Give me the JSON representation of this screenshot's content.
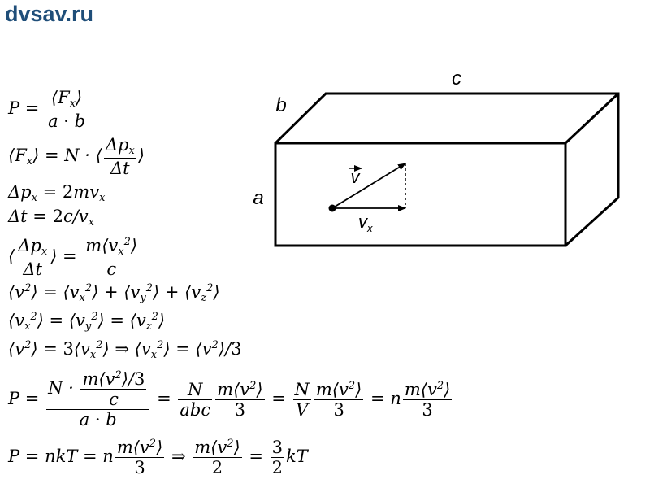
{
  "site": {
    "name": "dvsav.ru"
  },
  "diagram": {
    "label_a": "a",
    "label_b": "b",
    "label_c": "c",
    "label_v": "v",
    "label_vx_main": "v",
    "label_vx_sub": "x"
  }
}
